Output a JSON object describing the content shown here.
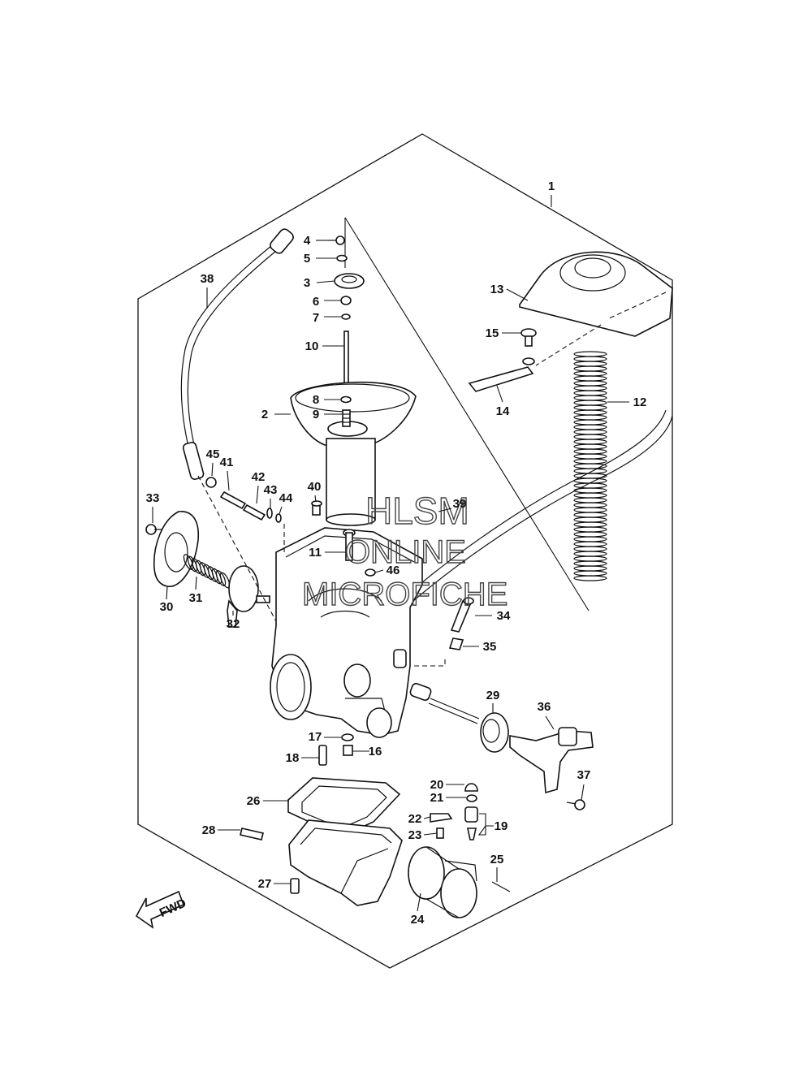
{
  "watermark": {
    "line1": "HLSM",
    "line2": "ONLINE",
    "line3": "MICROFICHE"
  },
  "fwd_label": "FWD",
  "callouts": [
    {
      "id": "c1",
      "text": "1"
    },
    {
      "id": "c2",
      "text": "2"
    },
    {
      "id": "c3",
      "text": "3"
    },
    {
      "id": "c4",
      "text": "4"
    },
    {
      "id": "c5",
      "text": "5"
    },
    {
      "id": "c6",
      "text": "6"
    },
    {
      "id": "c7",
      "text": "7"
    },
    {
      "id": "c8",
      "text": "8"
    },
    {
      "id": "c9",
      "text": "9"
    },
    {
      "id": "c10",
      "text": "10"
    },
    {
      "id": "c11",
      "text": "11"
    },
    {
      "id": "c12",
      "text": "12"
    },
    {
      "id": "c13",
      "text": "13"
    },
    {
      "id": "c14",
      "text": "14"
    },
    {
      "id": "c15",
      "text": "15"
    },
    {
      "id": "c16",
      "text": "16"
    },
    {
      "id": "c17",
      "text": "17"
    },
    {
      "id": "c18",
      "text": "18"
    },
    {
      "id": "c19",
      "text": "19"
    },
    {
      "id": "c20",
      "text": "20"
    },
    {
      "id": "c21",
      "text": "21"
    },
    {
      "id": "c22",
      "text": "22"
    },
    {
      "id": "c23",
      "text": "23"
    },
    {
      "id": "c24",
      "text": "24"
    },
    {
      "id": "c25",
      "text": "25"
    },
    {
      "id": "c26",
      "text": "26"
    },
    {
      "id": "c27",
      "text": "27"
    },
    {
      "id": "c28",
      "text": "28"
    },
    {
      "id": "c29",
      "text": "29"
    },
    {
      "id": "c30",
      "text": "30"
    },
    {
      "id": "c31",
      "text": "31"
    },
    {
      "id": "c32",
      "text": "32"
    },
    {
      "id": "c33",
      "text": "33"
    },
    {
      "id": "c34",
      "text": "34"
    },
    {
      "id": "c35",
      "text": "35"
    },
    {
      "id": "c36",
      "text": "36"
    },
    {
      "id": "c37",
      "text": "37"
    },
    {
      "id": "c38",
      "text": "38"
    },
    {
      "id": "c39",
      "text": "39"
    },
    {
      "id": "c40",
      "text": "40"
    },
    {
      "id": "c41",
      "text": "41"
    },
    {
      "id": "c42",
      "text": "42"
    },
    {
      "id": "c43",
      "text": "43"
    },
    {
      "id": "c44",
      "text": "44"
    },
    {
      "id": "c45",
      "text": "45"
    },
    {
      "id": "c46",
      "text": "46"
    }
  ]
}
